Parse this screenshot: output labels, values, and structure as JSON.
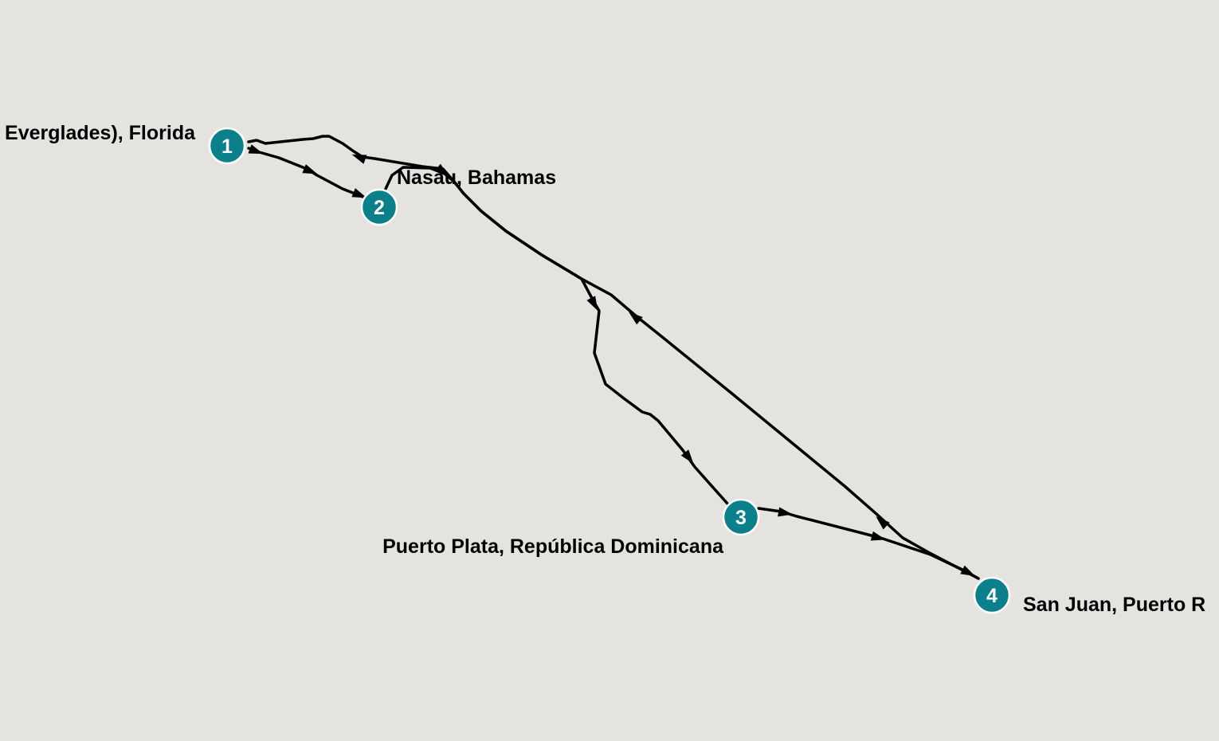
{
  "map": {
    "background_color": "#e4e3df",
    "route_color": "#000000",
    "marker_color": "#0b7f8a",
    "marker_text_color": "#ffffff"
  },
  "ports": [
    {
      "number": "1",
      "name": "Port Everglades (Fort Lauderdale/Everglades), Florida",
      "visible_label": "Everglades), Florida"
    },
    {
      "number": "2",
      "name": "Nasau, Bahamas",
      "visible_label": "Nasau, Bahamas"
    },
    {
      "number": "3",
      "name": "Puerto Plata, República Dominicana",
      "visible_label": "Puerto Plata, República Dominicana"
    },
    {
      "number": "4",
      "name": "San Juan, Puerto Rico",
      "visible_label": "San Juan, Puerto R"
    }
  ],
  "route": {
    "stops_order": [
      "1",
      "2",
      "3",
      "4",
      "1"
    ]
  }
}
